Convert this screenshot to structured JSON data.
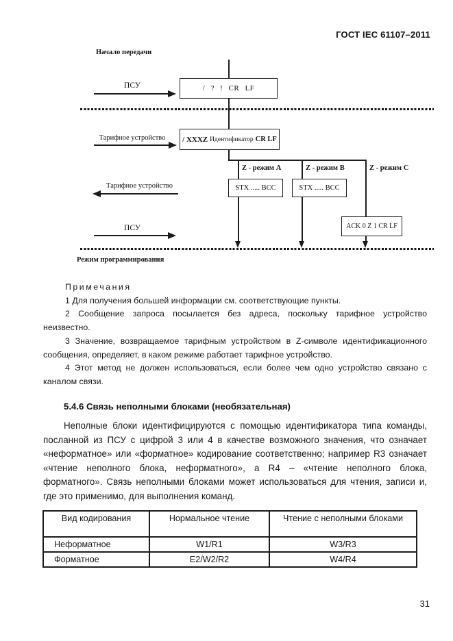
{
  "page": {
    "header": "ГОСТ IEC 61107–2011",
    "page_number": "31"
  },
  "diagram": {
    "start_label": "Начало передачи",
    "end_label": "Режим программирования",
    "psu_label_top": "ПСУ",
    "psu_label_bottom": "ПСУ",
    "tariff_label_request": "Тарифное устройство",
    "tariff_label_response": "Тарифное устройство",
    "box_request": "/ ? ! CR LF",
    "box_identification": {
      "prefix": "/ XXXZ",
      "middle": "Идентификатор",
      "suffix": "CR LF"
    },
    "box_data_a": "STX ..... BCC",
    "box_data_b": "STX ..... BCC",
    "box_ack": "ACK 0 Z 1 CR LF",
    "branch_a": "Z - режим A",
    "branch_b": "Z - режим B",
    "branch_c": "Z - режим C"
  },
  "notes": {
    "title": "Примечания",
    "items": [
      "1 Для получения большей информации см. соответствующие пункты.",
      "2 Сообщение запроса посылается без адреса, поскольку тарифное устройство неизвестно.",
      "3 Значение, возвращаемое тарифным устройством в Z-символе идентификационного сообщения, определяет, в каком режиме работает тарифное устройство.",
      "4 Этот метод не должен использоваться, если более чем одно устройство связано с каналом связи."
    ]
  },
  "section": {
    "heading": "5.4.6 Связь неполными блоками (необязательная)",
    "paragraph": "Неполные блоки идентифицируются с помощью идентификатора типа команды, посланной из ПСУ с цифрой 3 или 4 в качестве возможного значения, что означает «неформатное» или «форматное» кодирование соответственно; например R3 означает «чтение неполного блока, неформатного», а R4 – «чтение неполного блока, форматного». Связь неполными блоками может использоваться для чтения, записи и, где это применимо, для выполнения команд.",
    "colors": {
      "ink": "#161616",
      "paper": "#ffffff"
    }
  },
  "table": {
    "headers": [
      "Вид кодирования",
      "Нормальное чтение",
      "Чтение с неполными блоками"
    ],
    "rows": [
      [
        "Неформатное",
        "W1/R1",
        "W3/R3"
      ],
      [
        "Форматное",
        "E2/W2/R2",
        "W4/R4"
      ]
    ]
  }
}
